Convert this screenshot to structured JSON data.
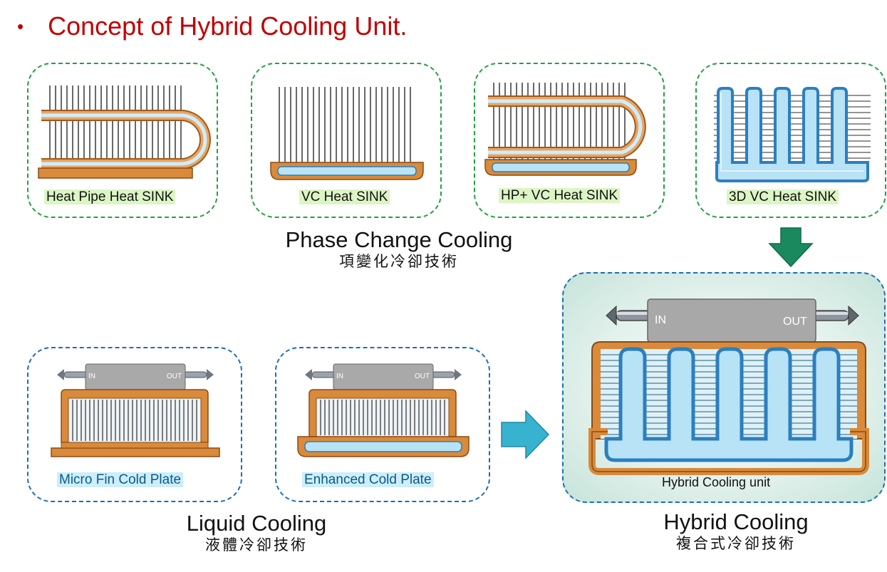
{
  "title": {
    "bullet": "•",
    "text": "Concept of Hybrid Cooling Unit."
  },
  "phase_cards": [
    {
      "label": "Heat Pipe Heat SINK"
    },
    {
      "label": "VC Heat SINK"
    },
    {
      "label": "HP+ VC Heat SINK"
    },
    {
      "label": "3D VC Heat SINK"
    }
  ],
  "liquid_cards": [
    {
      "label": "Micro Fin Cold Plate",
      "in": "IN",
      "out": "OUT"
    },
    {
      "label": "Enhanced Cold Plate",
      "in": "IN",
      "out": "OUT"
    }
  ],
  "hybrid_card": {
    "label": "Hybrid Cooling unit",
    "in": "IN",
    "out": "OUT"
  },
  "sections": {
    "phase": {
      "en": "Phase Change Cooling",
      "zh": "項變化冷卻技術"
    },
    "liquid": {
      "en": "Liquid Cooling",
      "zh": "液體冷卻技術"
    },
    "hybrid": {
      "en": "Hybrid Cooling",
      "zh": "複合式冷卻技術"
    }
  },
  "colors": {
    "title_red": "#c00000",
    "green_dash": "#22a046",
    "blue_dash": "#1b6fb4",
    "copper": "#d98a3a",
    "vapor_blue": "#b8e2f5",
    "arrow_green": "#1a8a5e",
    "arrow_blue": "#37b2cf"
  }
}
